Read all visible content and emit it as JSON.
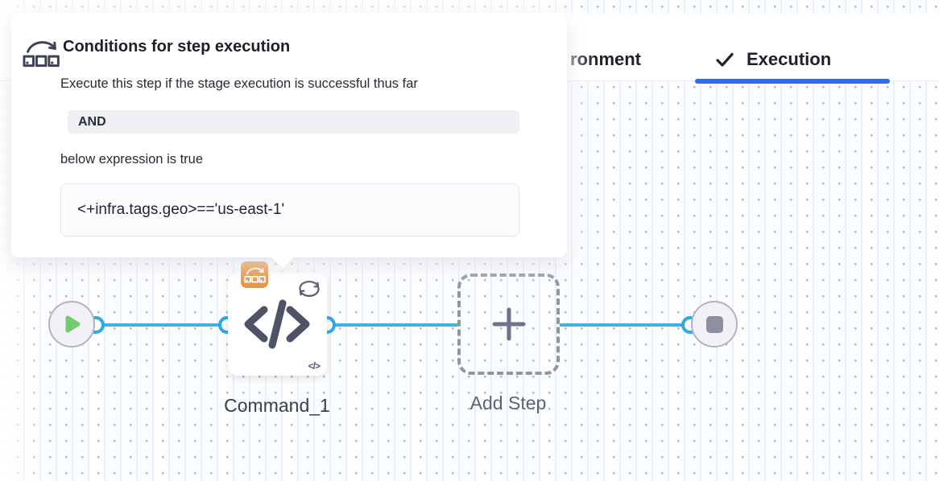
{
  "panel": {
    "icon": "conditional-execution-icon",
    "title": "Conditions for step execution",
    "description": "Execute this step if the stage execution is successful thus far",
    "operator_badge": "AND",
    "expression_intro": "below expression is true",
    "expression": "<+infra.tags.geo>=='us-east-1'"
  },
  "header": {
    "tabs": [
      {
        "id": "environment",
        "label": "ronment",
        "active": false
      },
      {
        "id": "execution",
        "label": "Execution",
        "active": true,
        "icon": "checkmark-icon"
      }
    ]
  },
  "pipeline": {
    "start_node": {
      "icon": "play-icon"
    },
    "step_node": {
      "label": "Command_1",
      "icon": "code-icon",
      "code_glyph": "</>",
      "badges": [
        "conditional-execution-icon",
        "loop-icon"
      ]
    },
    "add_node": {
      "label": "Add Step",
      "icon": "plus-icon"
    },
    "end_node": {
      "icon": "stop-icon"
    }
  },
  "colors": {
    "connector_blue": "#41b0e9",
    "badge_orange": "#e6933e",
    "tab_underline_blue": "#2e6fd9",
    "node_slate": "#4e5367",
    "play_green": "#75ca6f"
  }
}
